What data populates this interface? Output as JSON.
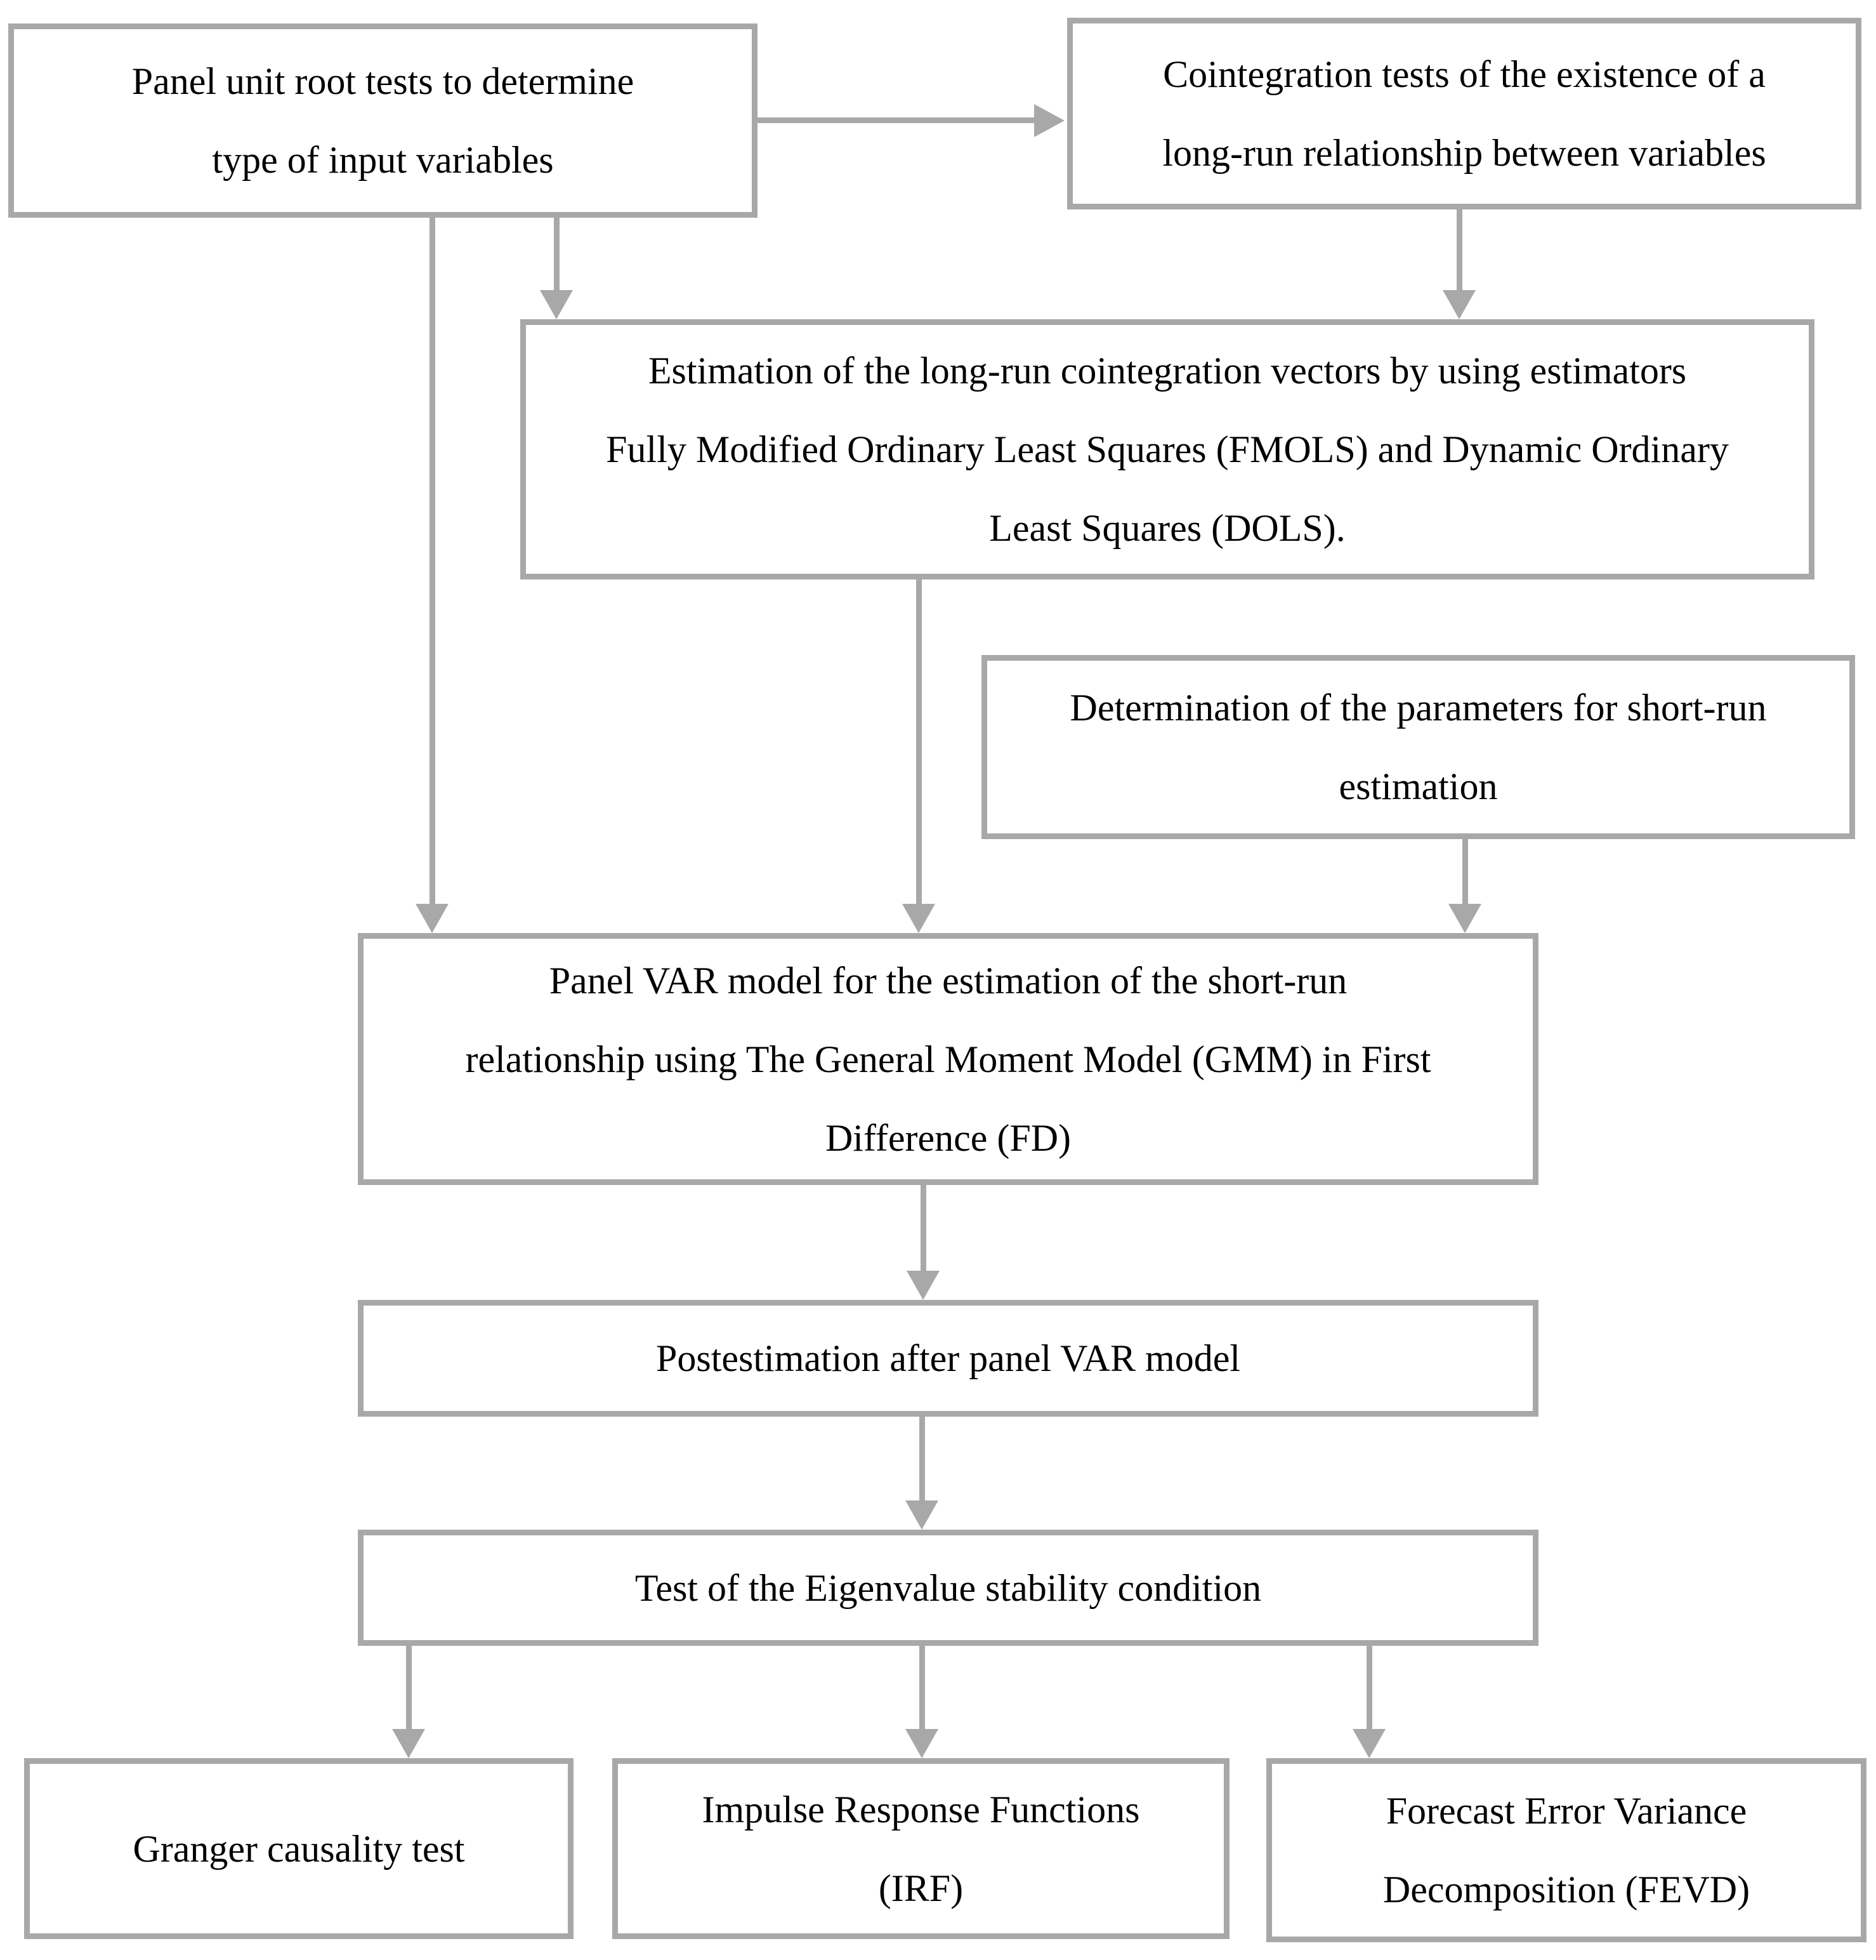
{
  "figure": {
    "type": "flowchart",
    "background_color": "#ffffff",
    "line_color": "#a8a8a8",
    "text_color": "#000000"
  },
  "boxes": {
    "panel_unit_root": {
      "text": "Panel unit root tests to determine\ntype of input variables"
    },
    "cointegration": {
      "text": "Cointegration tests of the existence of a\nlong-run relationship between variables"
    },
    "estimation": {
      "text": "Estimation of the long-run cointegration vectors by using estimators\nFully Modified Ordinary Least Squares (FMOLS) and Dynamic Ordinary\nLeast Squares (DOLS)."
    },
    "determination": {
      "text": "Determination of the parameters for short-run\nestimation"
    },
    "panel_var": {
      "text": "Panel VAR model for the estimation of the short-run\nrelationship using The General Moment Model (GMM) in First\nDifference (FD)"
    },
    "postestimation": {
      "text": "Postestimation after panel VAR model"
    },
    "eigenvalue": {
      "text": "Test of the Eigenvalue stability condition"
    },
    "granger": {
      "text": "Granger causality test"
    },
    "irf": {
      "text": "Impulse Response Functions\n(IRF)"
    },
    "fevd": {
      "text": "Forecast Error Variance\nDecomposition (FEVD)"
    }
  }
}
